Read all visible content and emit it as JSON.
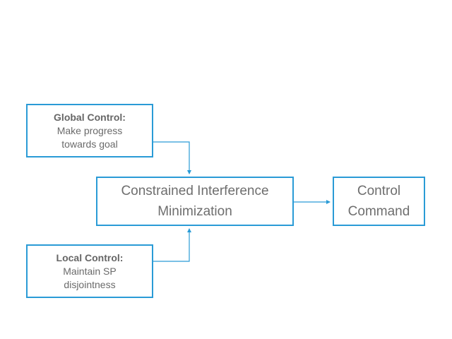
{
  "diagram": {
    "global_control": {
      "heading": "Global Control:",
      "line1": "Make progress",
      "line2": "towards goal"
    },
    "local_control": {
      "heading": "Local Control:",
      "line1": "Maintain SP",
      "line2": "disjointness"
    },
    "minimization": {
      "line1": "Constrained Interference",
      "line2": "Minimization"
    },
    "control_command": {
      "line1": "Control",
      "line2": "Command"
    },
    "colors": {
      "stroke": "#2a9bd6",
      "text": "#6a6a6a"
    }
  }
}
